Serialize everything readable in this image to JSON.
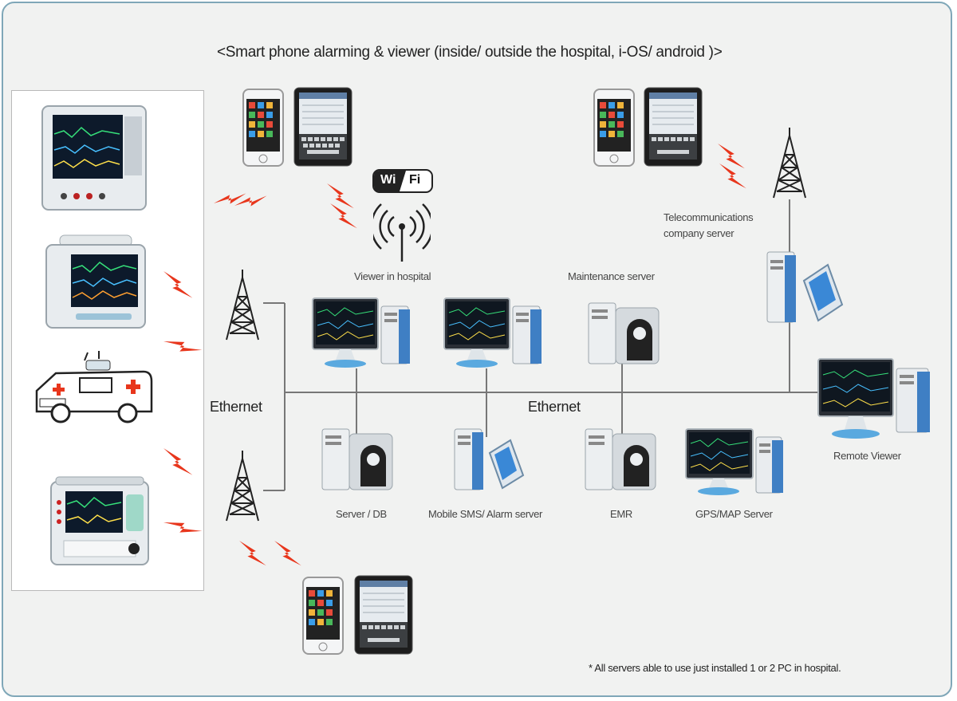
{
  "header": {
    "title": "<Smart phone alarming & viewer (inside/ outside the hospital,  i-OS/ android )>"
  },
  "labels": {
    "viewer_in_hospital": "Viewer in hospital",
    "maintenance_server": "Maintenance server",
    "telecom_line1": "Telecommunications",
    "telecom_line2": "company server",
    "remote_viewer": "Remote Viewer",
    "server_db": "Server / DB",
    "mobile_sms": "Mobile SMS/ Alarm server",
    "emr": "EMR",
    "gps_map": "GPS/MAP Server",
    "ethernet_left": "Ethernet",
    "ethernet_center": "Ethernet"
  },
  "wifi_badge": {
    "left": "Wi",
    "right": "Fi"
  },
  "footnote": "* All servers able to use just installed  1 or 2 PC in hospital.",
  "colors": {
    "background": "#f1f2f1",
    "border": "#7fa7b8",
    "signal": "#e8361c",
    "line": "#777777",
    "tower": "#222222"
  }
}
